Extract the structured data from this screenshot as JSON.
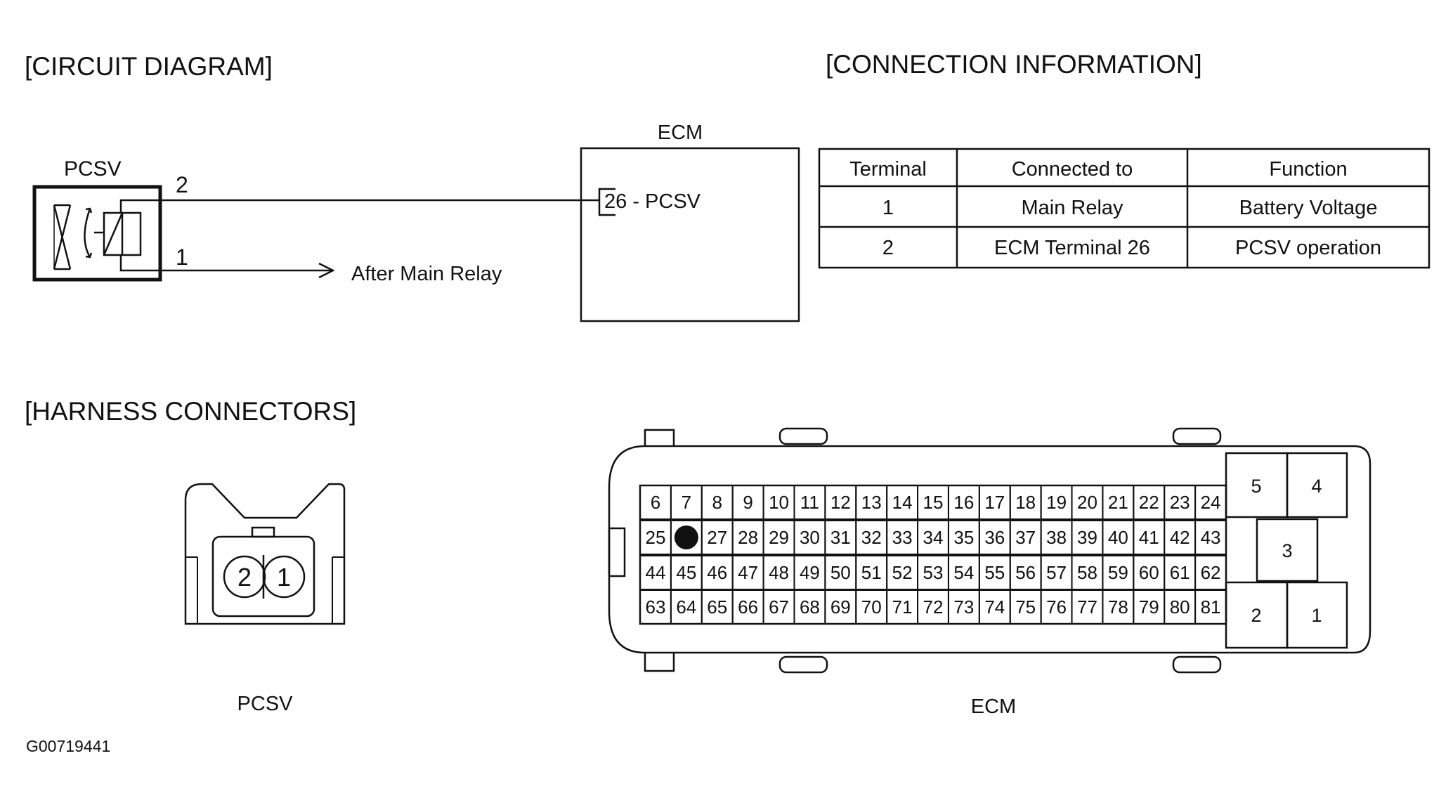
{
  "sections": {
    "circuit_title": "[CIRCUIT DIAGRAM]",
    "connection_title": "[CONNECTION INFORMATION]",
    "harness_title": "[HARNESS CONNECTORS]"
  },
  "circuit": {
    "component_label": "PCSV",
    "pin_top": "2",
    "pin_bottom": "1",
    "arrow_label": "After Main Relay",
    "ecm_label": "ECM",
    "ecm_terminal": "26 - PCSV"
  },
  "connection_table": {
    "headers": [
      "Terminal",
      "Connected to",
      "Function"
    ],
    "rows": [
      [
        "1",
        "Main Relay",
        "Battery Voltage"
      ],
      [
        "2",
        "ECM Terminal 26",
        "PCSV operation"
      ]
    ]
  },
  "harness": {
    "pcsv_pins": [
      "2",
      "1"
    ],
    "pcsv_label": "PCSV",
    "ecm_label": "ECM",
    "ecm_rows": [
      [
        "6",
        "7",
        "8",
        "9",
        "10",
        "11",
        "12",
        "13",
        "14",
        "15",
        "16",
        "17",
        "18",
        "19",
        "20",
        "21",
        "22",
        "23",
        "24"
      ],
      [
        "25",
        "",
        "27",
        "28",
        "29",
        "30",
        "31",
        "32",
        "33",
        "34",
        "35",
        "36",
        "37",
        "38",
        "39",
        "40",
        "41",
        "42",
        "43"
      ],
      [
        "44",
        "45",
        "46",
        "47",
        "48",
        "49",
        "50",
        "51",
        "52",
        "53",
        "54",
        "55",
        "56",
        "57",
        "58",
        "59",
        "60",
        "61",
        "62"
      ],
      [
        "63",
        "64",
        "65",
        "66",
        "67",
        "68",
        "69",
        "70",
        "71",
        "72",
        "73",
        "74",
        "75",
        "76",
        "77",
        "78",
        "79",
        "80",
        "81"
      ]
    ],
    "ecm_big_pins": [
      "5",
      "4",
      "3",
      "2",
      "1"
    ],
    "highlighted_pin": "26"
  },
  "figure_id": "G00719441"
}
